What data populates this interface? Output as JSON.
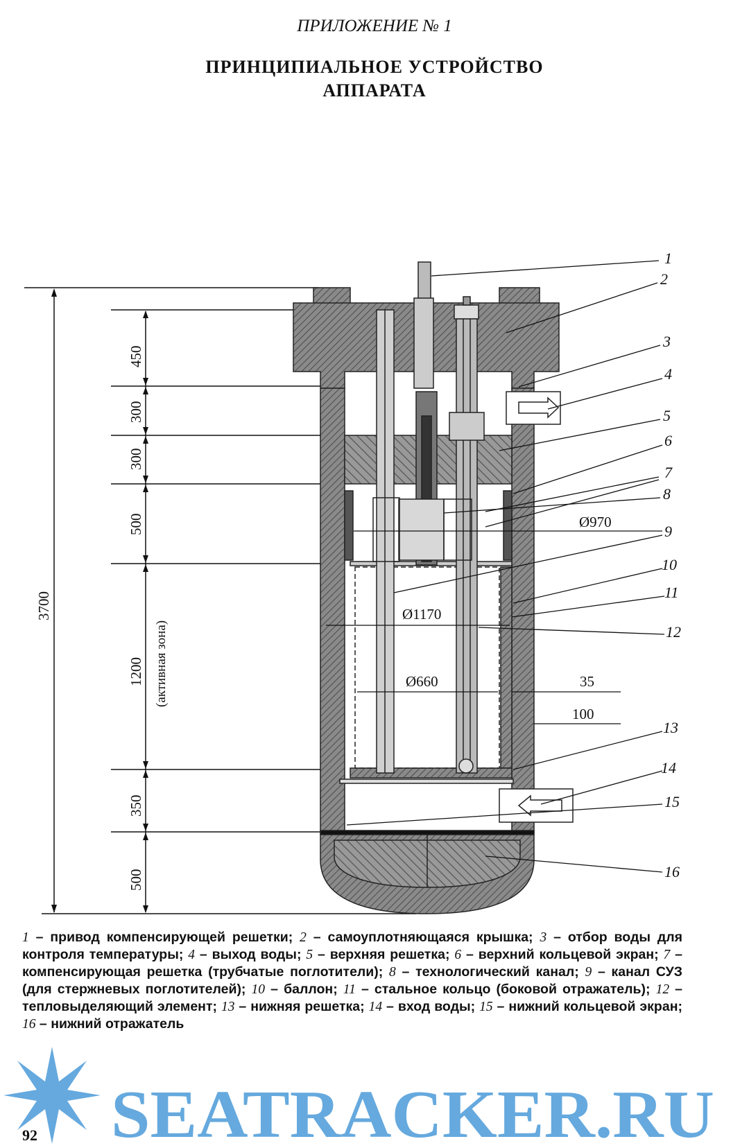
{
  "header": {
    "appendix": "ПРИЛОЖЕНИЕ № 1",
    "title_line1": "ПРИНЦИПИАЛЬНОЕ УСТРОЙСТВО",
    "title_line2": "АППАРАТА"
  },
  "drawing": {
    "dimensions": {
      "total": "3700",
      "d450": "450",
      "d300a": "300",
      "d300b": "300",
      "d500a": "500",
      "d1200": "1200",
      "active_zone": "(активная зона)",
      "d350": "350",
      "d500b": "500",
      "dia970": "Ø970",
      "dia1170": "Ø1170",
      "dia660": "Ø660",
      "d35": "35",
      "d100": "100"
    },
    "labels": [
      "1",
      "2",
      "3",
      "4",
      "5",
      "6",
      "7",
      "7",
      "8",
      "9",
      "10",
      "11",
      "12",
      "13",
      "14",
      "15",
      "16"
    ]
  },
  "caption": {
    "items": [
      {
        "n": "1",
        "t": "привод компенсирующей решетки;"
      },
      {
        "n": "2",
        "t": "самоуплотняющаяся крышка;"
      },
      {
        "n": "3",
        "t": "отбор воды для контроля температуры;"
      },
      {
        "n": "4",
        "t": "выход воды;"
      },
      {
        "n": "5",
        "t": "верхняя решетка;"
      },
      {
        "n": "6",
        "t": "верхний кольцевой экран;"
      },
      {
        "n": "7",
        "t": "компенсирующая решетка (трубчатые поглотители);"
      },
      {
        "n": "8",
        "t": "технологический канал;"
      },
      {
        "n": "9",
        "t": "канал СУЗ (для стержневых поглотителей);"
      },
      {
        "n": "10",
        "t": "баллон;"
      },
      {
        "n": "11",
        "t": "стальное кольцо (боковой отражатель);"
      },
      {
        "n": "12",
        "t": "тепловыделяющий элемент;"
      },
      {
        "n": "13",
        "t": "нижняя решетка;"
      },
      {
        "n": "14",
        "t": "вход воды;"
      },
      {
        "n": "15",
        "t": "нижний кольцевой экран;"
      },
      {
        "n": "16",
        "t": "нижний отражатель"
      }
    ]
  },
  "page_number": "92",
  "watermark": {
    "text": "SEATRACKER.RU",
    "color": "#4a9ad8",
    "icon": "star-burst-icon"
  }
}
